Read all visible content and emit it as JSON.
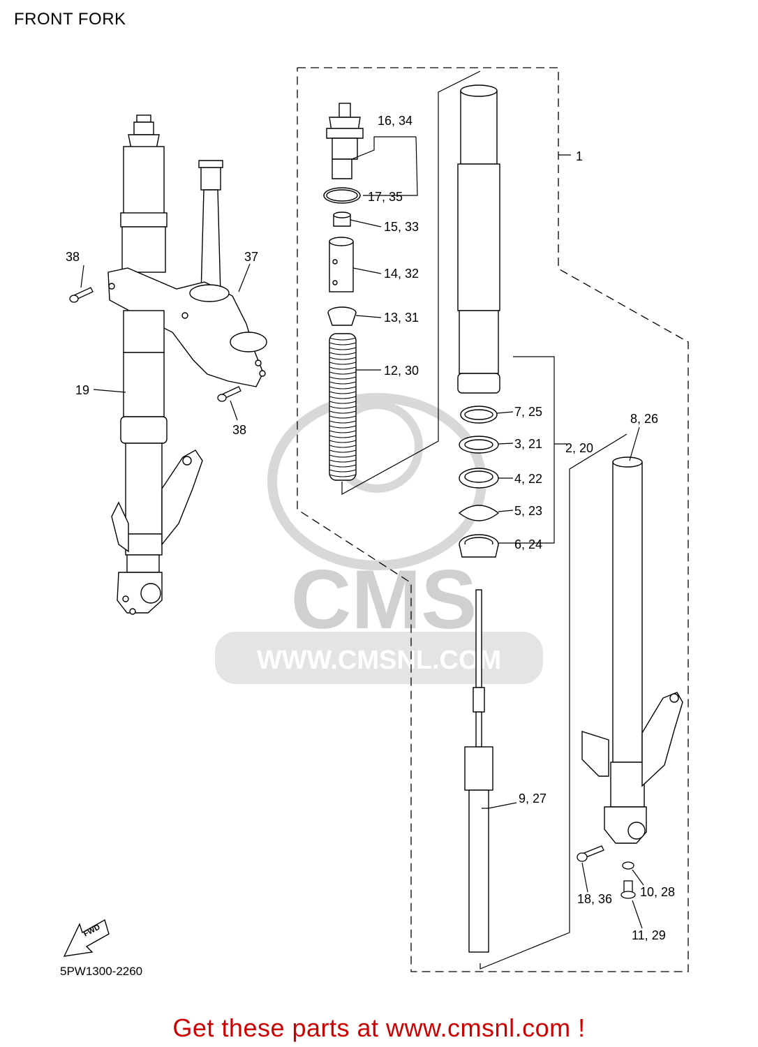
{
  "header": {
    "title": "FRONT FORK"
  },
  "diagram_code": "5PW1300-2260",
  "promo_text": "Get these parts at www.cmsnl.com !",
  "watermark": {
    "logo_text": "CMS",
    "url_text": "WWW.CMSNL.COM"
  },
  "fwd_badge": "FWD",
  "callouts": {
    "c1": "1",
    "c2_20": "2, 20",
    "c3_21": "3, 21",
    "c4_22": "4, 22",
    "c5_23": "5, 23",
    "c6_24": "6, 24",
    "c7_25": "7, 25",
    "c8_26": "8, 26",
    "c9_27": "9, 27",
    "c10_28": "10, 28",
    "c11_29": "11, 29",
    "c12_30": "12, 30",
    "c13_31": "13, 31",
    "c14_32": "14, 32",
    "c15_33": "15, 33",
    "c16_34": "16, 34",
    "c17_35": "17, 35",
    "c18_36": "18, 36",
    "c19": "19",
    "c37": "37",
    "c38_top": "38",
    "c38_bottom": "38"
  },
  "colors": {
    "promo": "#cc0000",
    "watermark": "#d0d0d0",
    "line": "#000000"
  }
}
